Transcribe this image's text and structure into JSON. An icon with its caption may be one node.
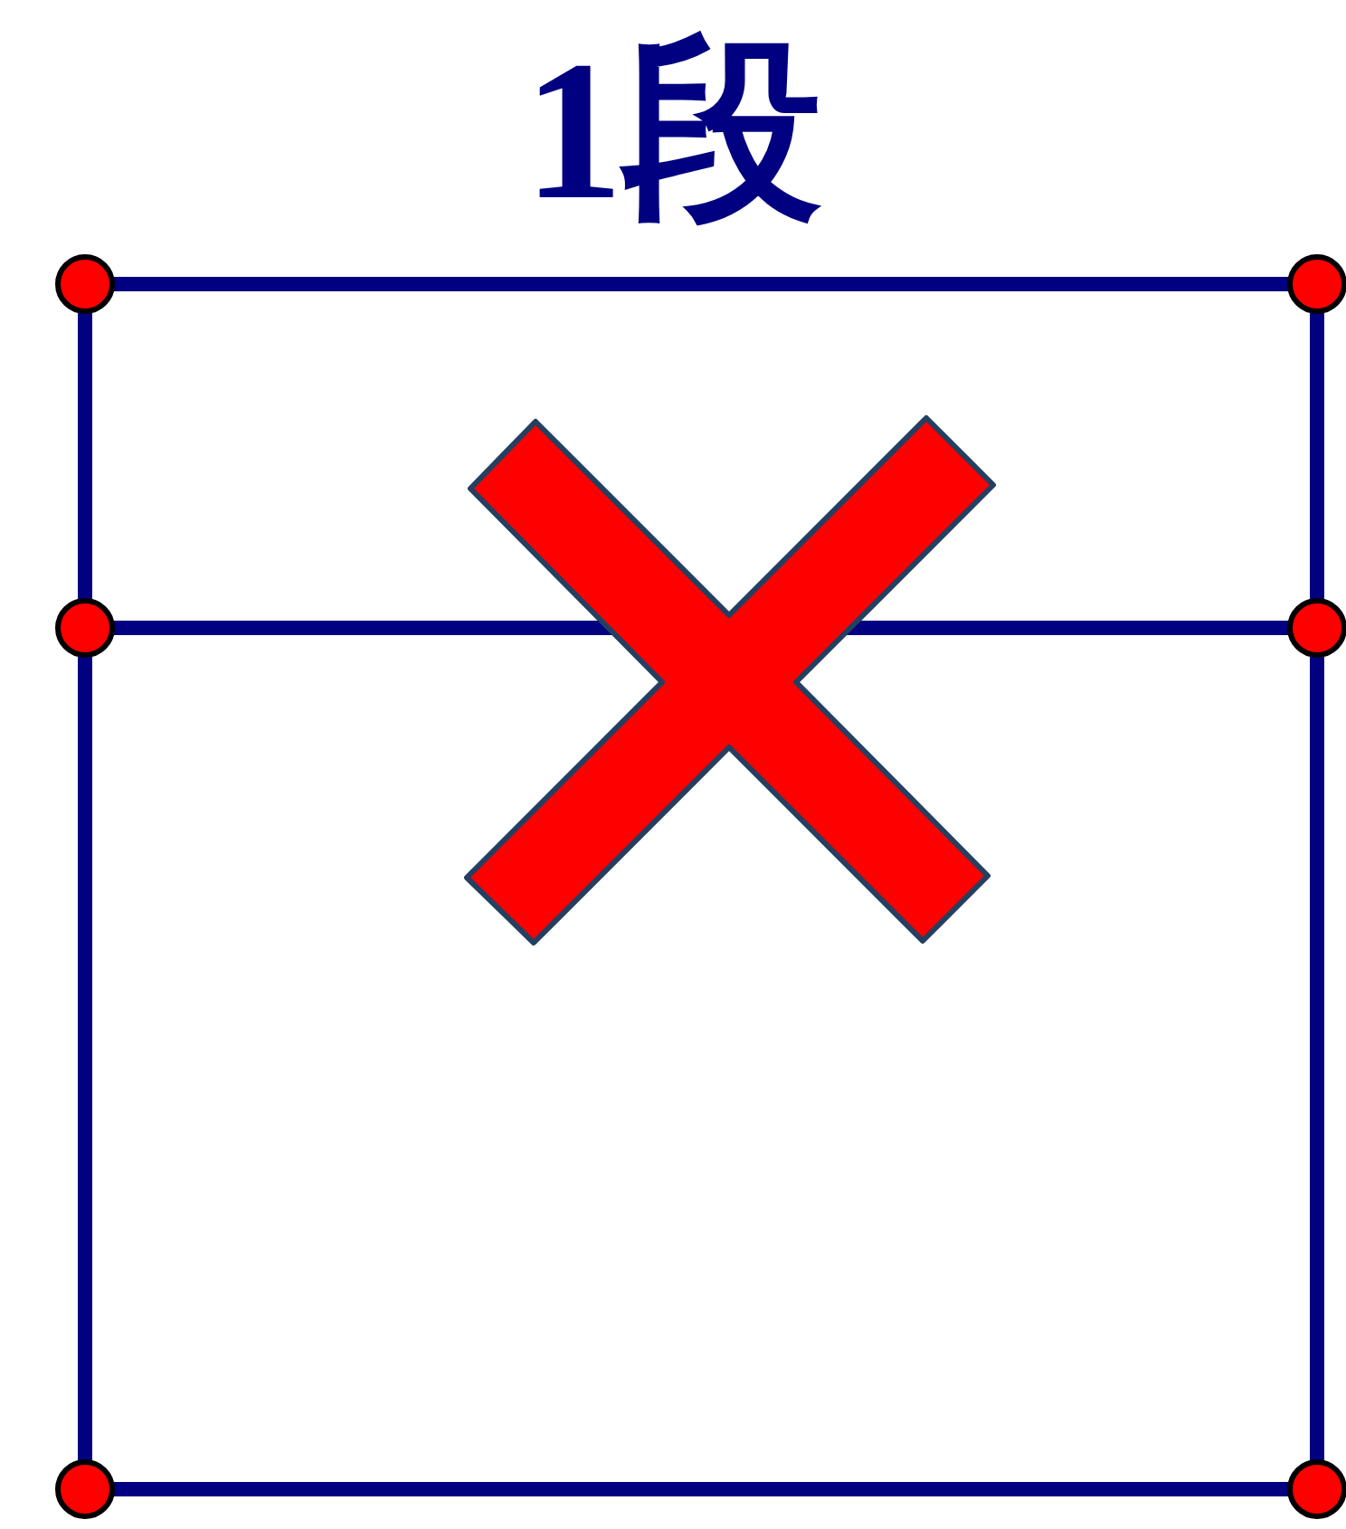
{
  "diagram": {
    "title": "1段",
    "nodes": [
      {
        "text": [],
        "shape": "circle"
      },
      {
        "text": [],
        "shape": "circle"
      },
      {
        "text": [],
        "shape": "circle"
      },
      {
        "text": [],
        "shape": "circle"
      },
      {
        "text": [],
        "shape": "circle"
      },
      {
        "text": [],
        "shape": "circle"
      }
    ],
    "edges": [
      {
        "from": 0,
        "to": 1,
        "arrow": "none"
      },
      {
        "from": 2,
        "to": 3,
        "arrow": "none"
      },
      {
        "from": 0,
        "to": 2,
        "arrow": "none"
      },
      {
        "from": 2,
        "to": 4,
        "arrow": "none"
      },
      {
        "from": 1,
        "to": 3,
        "arrow": "none"
      },
      {
        "from": 3,
        "to": 5,
        "arrow": "none"
      },
      {
        "from": 4,
        "to": 5,
        "arrow": "none"
      }
    ]
  }
}
